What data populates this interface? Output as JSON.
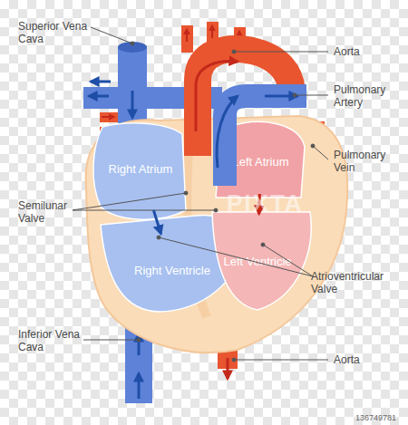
{
  "diagram": {
    "nodes": [
      {
        "text": [
          "Right Atrium"
        ]
      },
      {
        "text": [
          "Right Ventricle"
        ]
      },
      {
        "text": [
          "Left Atrium"
        ]
      },
      {
        "text": [
          "Left Ventricle"
        ]
      }
    ],
    "edges": [
      {
        "from": 0,
        "to": 1,
        "arrow": "to"
      },
      {
        "from": 2,
        "to": 3,
        "arrow": "to"
      }
    ],
    "labels": [
      "Superior Vena Cava",
      "Aorta",
      "Pulmonary Artery",
      "Pulmonary Vein",
      "Semilunar Valve",
      "Atrioventricular Valve",
      "Inferior Vena Cava",
      "Aorta",
      "PIXTA",
      "136749781"
    ]
  }
}
